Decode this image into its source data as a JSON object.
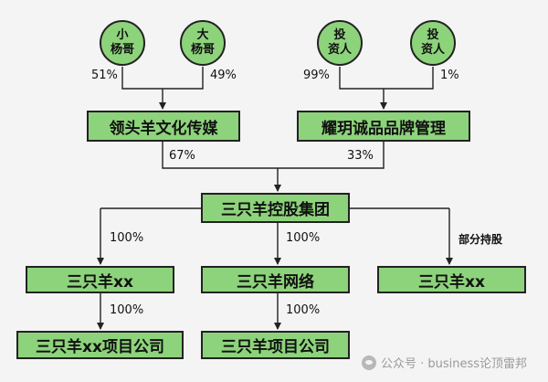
{
  "shareholders": [
    {
      "line1": "小",
      "line2": "杨哥",
      "pct": "51%"
    },
    {
      "line1": "大",
      "line2": "杨哥",
      "pct": "49%"
    },
    {
      "line1": "投",
      "line2": "资人",
      "pct": "99%"
    },
    {
      "line1": "投",
      "line2": "资人",
      "pct": "1%"
    }
  ],
  "holding_companies": [
    {
      "name": "领头羊文化传媒",
      "pct": "67%"
    },
    {
      "name": "耀玥诚品品牌管理",
      "pct": "33%"
    }
  ],
  "group": {
    "name": "三只羊控股集团"
  },
  "subsidiaries": [
    {
      "name": "三只羊xx",
      "pct": "100%"
    },
    {
      "name": "三只羊网络",
      "pct": "100%"
    },
    {
      "name": "三只羊xx",
      "pct": "部分持股"
    }
  ],
  "projects": [
    {
      "name": "三只羊xx项目公司",
      "pct": "100%"
    },
    {
      "name": "三只羊项目公司",
      "pct": "100%"
    }
  ],
  "watermark": {
    "text": "公众号 · business论顶雷邦"
  },
  "colors": {
    "box_fill": "#8dd37b",
    "border": "#222222",
    "background": "#f4f4f4"
  }
}
